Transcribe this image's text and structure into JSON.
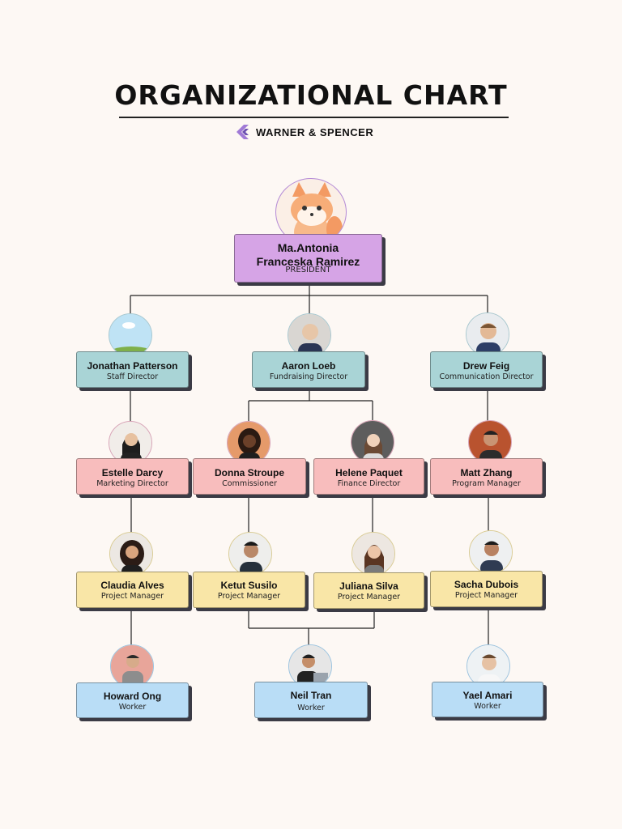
{
  "title": "ORGANIZATIONAL CHART",
  "brand": {
    "name": "WARNER & SPENCER",
    "logo_icon": "brand-chevron-icon"
  },
  "colors": {
    "teal": "#a9d4d6",
    "pink": "#f8bdbd",
    "yellow": "#f9e6a7",
    "blue": "#b9ddf6",
    "purple": "#d6a4e6"
  },
  "president": {
    "name_line1": "Ma.Antonia",
    "name_line2": "Franceska Ramirez",
    "role": "PRESIDENT"
  },
  "people": {
    "jonathan": {
      "name": "Jonathan Patterson",
      "role": "Staff Director"
    },
    "aaron": {
      "name": "Aaron Loeb",
      "role": "Fundraising Director"
    },
    "drew": {
      "name": "Drew Feig",
      "role": "Communication Director"
    },
    "estelle": {
      "name": "Estelle Darcy",
      "role": "Marketing Director"
    },
    "donna": {
      "name": "Donna Stroupe",
      "role": "Commissioner"
    },
    "helene": {
      "name": "Helene Paquet",
      "role": "Finance Director"
    },
    "matt": {
      "name": "Matt Zhang",
      "role": "Program Manager"
    },
    "claudia": {
      "name": "Claudia Alves",
      "role": "Project Manager"
    },
    "ketut": {
      "name": "Ketut Susilo",
      "role": "Project Manager"
    },
    "juliana": {
      "name": "Juliana Silva",
      "role": "Project Manager"
    },
    "sacha": {
      "name": "Sacha Dubois",
      "role": "Project Manager"
    },
    "howard": {
      "name": "Howard Ong",
      "role": "Worker"
    },
    "neil": {
      "name": "Neil Tran",
      "role": "Worker"
    },
    "yael": {
      "name": "Yael Amari",
      "role": "Worker"
    }
  }
}
